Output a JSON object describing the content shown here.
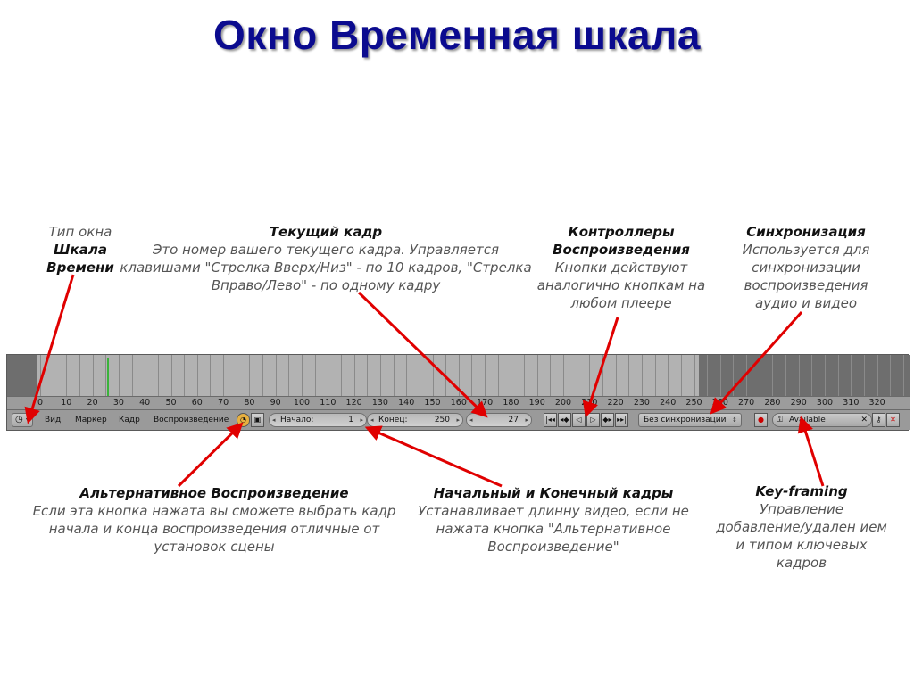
{
  "title": "Окно Временная шкала",
  "callouts": {
    "window_type": {
      "pre": "Тип окна",
      "title": "Шкала Времени"
    },
    "current_frame": {
      "title": "Текущий кадр",
      "desc": "Это номер вашего текущего кадра. Управляется клавишами \"Стрелка Вверх/Низ\" - по 10 кадров, \"Стрелка Вправо/Лево\" - по одному кадру"
    },
    "playback_controls": {
      "title": "Контроллеры Воспроизведения",
      "desc": "Кнопки действуют аналогично кнопкам на любом плеере"
    },
    "sync": {
      "title": "Синхронизация",
      "desc": "Используется для синхронизации воспроизведения аудио и видео"
    },
    "alt_playback": {
      "title": "Альтернативное Воспроизведение",
      "desc": "Если эта кнопка нажата вы сможете выбрать кадр начала и конца воспроизведения отличные от установок сцены"
    },
    "start_end": {
      "title": "Начальный и Конечный кадры",
      "desc": "Устанавливает длинну видео, если не нажата кнопка \"Альтернативное Воспроизведение\""
    },
    "keyframing": {
      "title": "Key-framing",
      "desc": "Управление добавление/удален ием и типом ключевых кадров"
    }
  },
  "timeline": {
    "ticks": [
      "0",
      "10",
      "20",
      "30",
      "40",
      "50",
      "60",
      "70",
      "80",
      "90",
      "100",
      "110",
      "120",
      "130",
      "140",
      "150",
      "160",
      "170",
      "180",
      "190",
      "200",
      "210",
      "220",
      "230",
      "240",
      "250",
      "260",
      "270",
      "280",
      "290",
      "300",
      "310",
      "320"
    ],
    "menus": {
      "view": "Вид",
      "marker": "Маркер",
      "frame": "Кадр",
      "playback": "Воспроизведение"
    },
    "start": {
      "label": "Начало:",
      "value": "1"
    },
    "end": {
      "label": "Конец:",
      "value": "250"
    },
    "current": {
      "value": "27"
    },
    "sync_value": "Без синхронизации",
    "keying_set": "Available"
  },
  "colors": {
    "title": "#0b0b8f",
    "arrow": "#e00000"
  },
  "icons": [
    "timeline-editor-icon",
    "lock-icon",
    "jump-start-icon",
    "prev-keyframe-icon",
    "play-reverse-icon",
    "play-icon",
    "next-keyframe-icon",
    "jump-end-icon",
    "record-icon",
    "key-icon",
    "insert-key-icon",
    "delete-key-icon"
  ]
}
